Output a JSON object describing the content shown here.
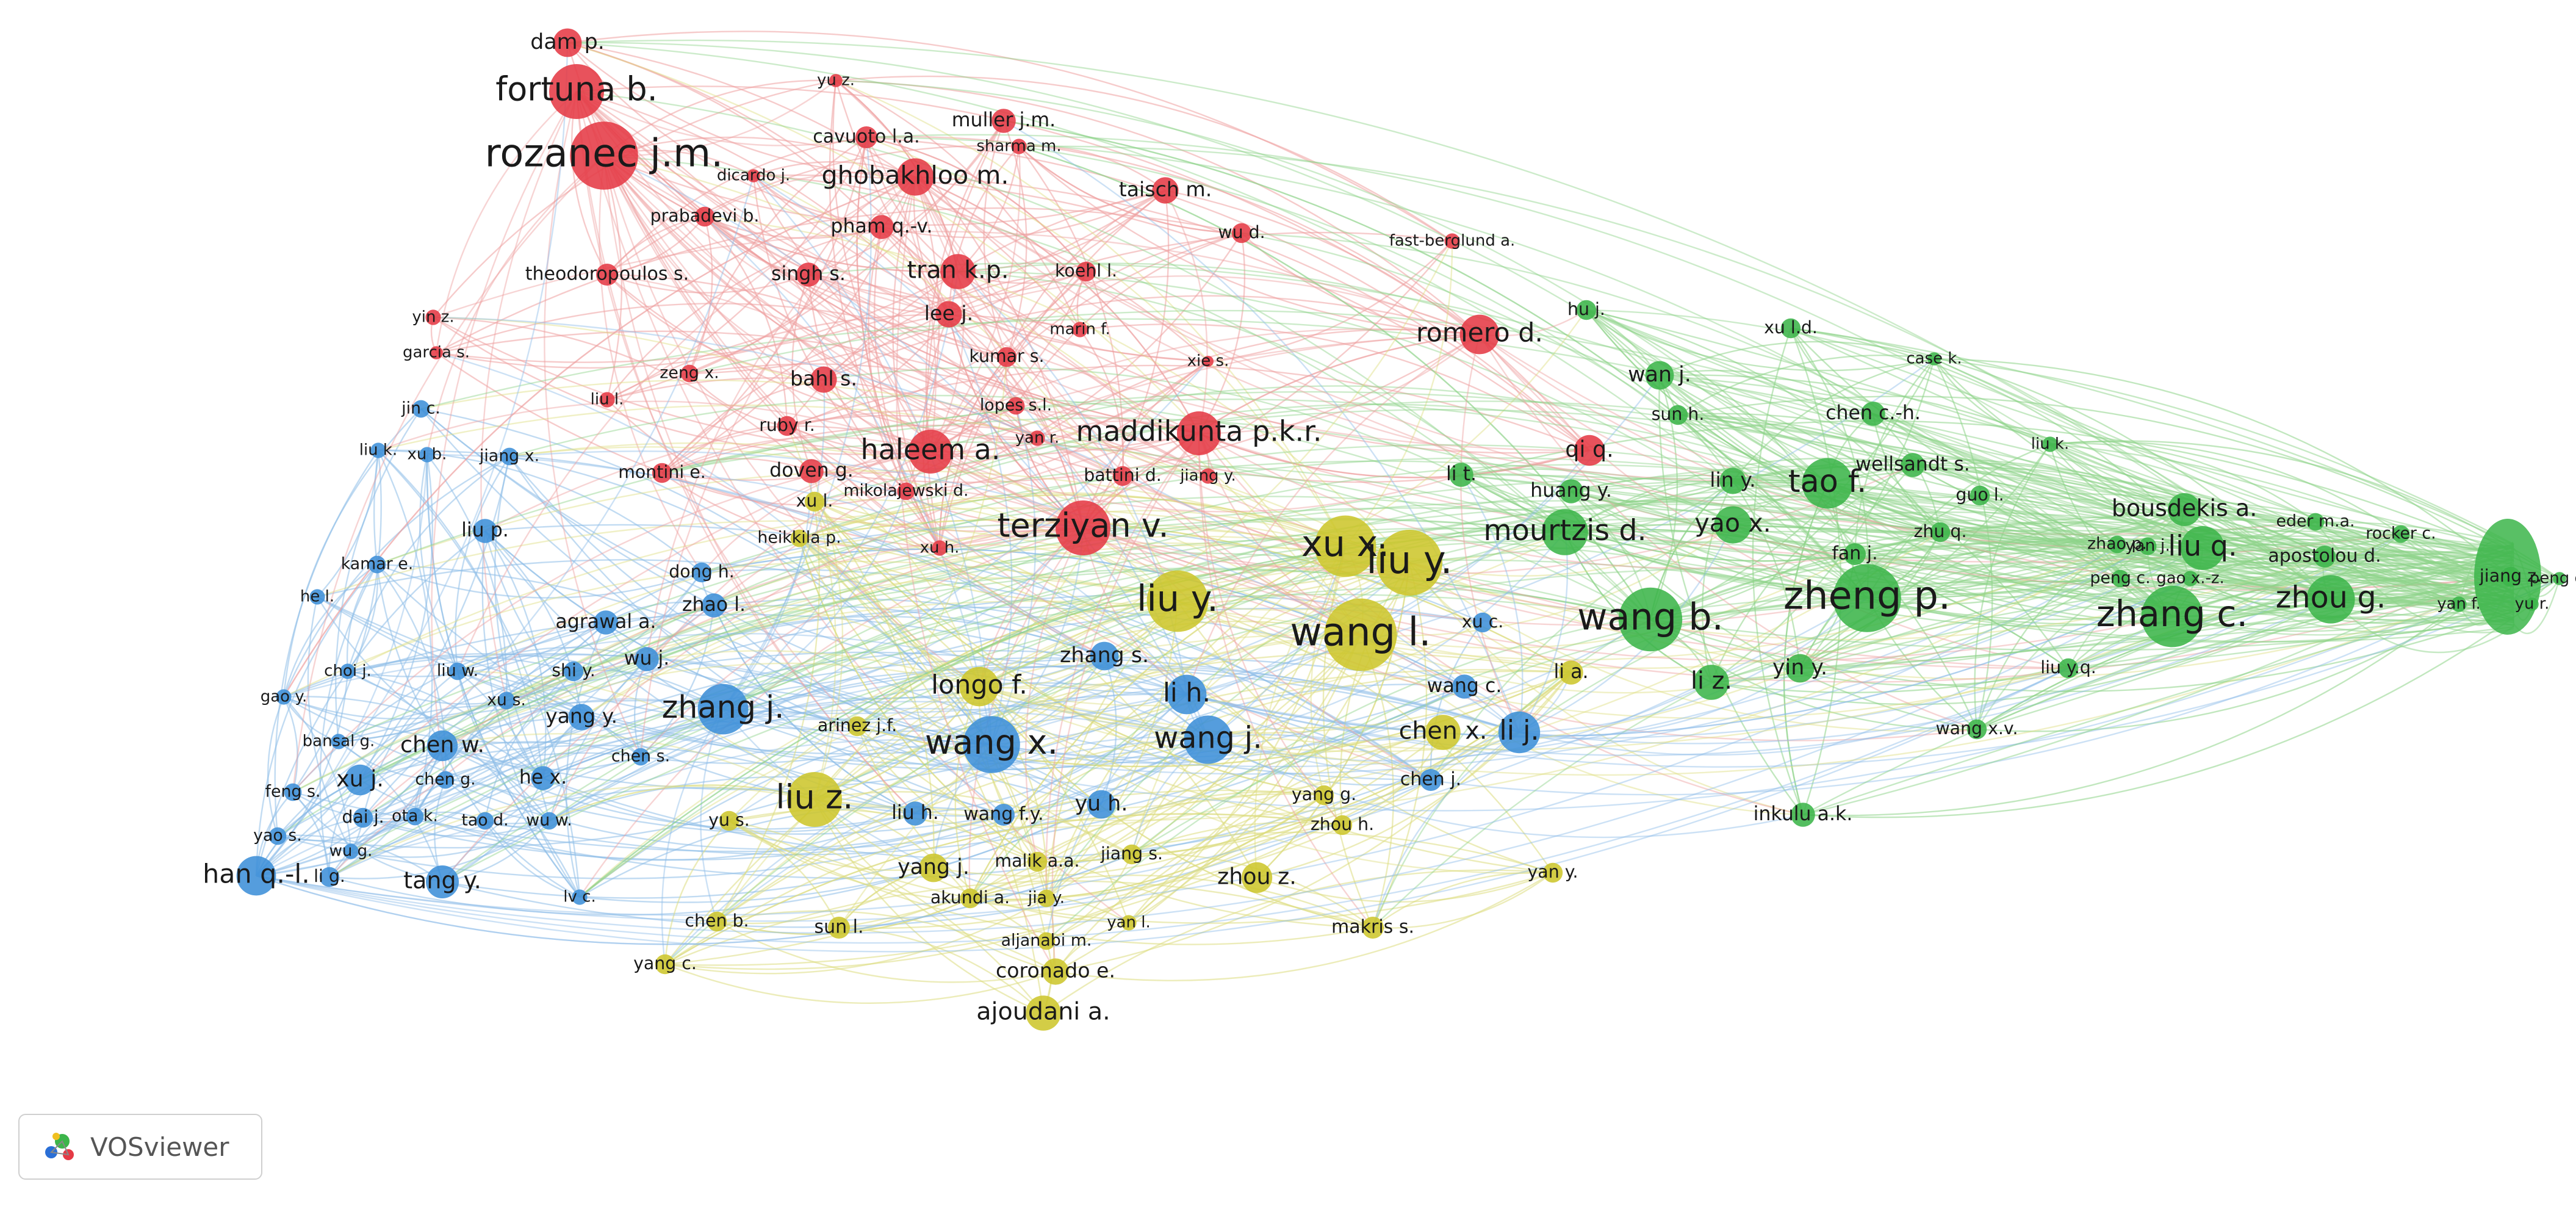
{
  "app": {
    "name": "VOSviewer"
  },
  "colors": {
    "red": "#e53a45",
    "green": "#3cb54a",
    "blue": "#3e8fd8",
    "yellow": "#cdc62c",
    "link_red": "#eea0a0",
    "link_green": "#8ed389",
    "link_blue": "#8ebde8",
    "link_yellow": "#dddd80"
  },
  "network": {
    "nodes": [
      {
        "label": "dam p.",
        "cluster": "red",
        "size": 26
      },
      {
        "label": "fortuna b.",
        "cluster": "red",
        "size": 50
      },
      {
        "label": "rozanec j.m.",
        "cluster": "red",
        "size": 62
      },
      {
        "label": "yu z.",
        "cluster": "red",
        "size": 12
      },
      {
        "label": "muller j.m.",
        "cluster": "red",
        "size": 22
      },
      {
        "label": "cavuoto l.a.",
        "cluster": "red",
        "size": 20
      },
      {
        "label": "sharma m.",
        "cluster": "red",
        "size": 14
      },
      {
        "label": "dicardo j.",
        "cluster": "red",
        "size": 12
      },
      {
        "label": "ghobakhloo m.",
        "cluster": "red",
        "size": 34
      },
      {
        "label": "taisch m.",
        "cluster": "red",
        "size": 24
      },
      {
        "label": "prabadevi b.",
        "cluster": "red",
        "size": 18
      },
      {
        "label": "pham q.-v.",
        "cluster": "red",
        "size": 22
      },
      {
        "label": "wu d.",
        "cluster": "red",
        "size": 18
      },
      {
        "label": "theodoropoulos s.",
        "cluster": "red",
        "size": 20
      },
      {
        "label": "singh s.",
        "cluster": "red",
        "size": 22
      },
      {
        "label": "tran k.p.",
        "cluster": "red",
        "size": 32
      },
      {
        "label": "koehl l.",
        "cluster": "red",
        "size": 18
      },
      {
        "label": "lee j.",
        "cluster": "red",
        "size": 24
      },
      {
        "label": "marin f.",
        "cluster": "red",
        "size": 14
      },
      {
        "label": "yin z.",
        "cluster": "red",
        "size": 14
      },
      {
        "label": "garcia s.",
        "cluster": "red",
        "size": 12
      },
      {
        "label": "kumar s.",
        "cluster": "red",
        "size": 18
      },
      {
        "label": "xie s.",
        "cluster": "red",
        "size": 10
      },
      {
        "label": "zeng x.",
        "cluster": "red",
        "size": 16
      },
      {
        "label": "bahl s.",
        "cluster": "red",
        "size": 24
      },
      {
        "label": "liu l.",
        "cluster": "red",
        "size": 14
      },
      {
        "label": "lopes s.l.",
        "cluster": "red",
        "size": 16
      },
      {
        "label": "ruby r.",
        "cluster": "red",
        "size": 18
      },
      {
        "label": "haleem a.",
        "cluster": "red",
        "size": 40
      },
      {
        "label": "yan r.",
        "cluster": "red",
        "size": 14
      },
      {
        "label": "maddikunta p.k.r.",
        "cluster": "red",
        "size": 40
      },
      {
        "label": "montini e.",
        "cluster": "red",
        "size": 18
      },
      {
        "label": "doven g.",
        "cluster": "red",
        "size": 22
      },
      {
        "label": "battini d.",
        "cluster": "red",
        "size": 18
      },
      {
        "label": "jiang y.",
        "cluster": "red",
        "size": 14
      },
      {
        "label": "mikolajewski d.",
        "cluster": "red",
        "size": 16
      },
      {
        "label": "terziyan v.",
        "cluster": "red",
        "size": 50
      },
      {
        "label": "xu h.",
        "cluster": "red",
        "size": 14
      },
      {
        "label": "romero d.",
        "cluster": "red",
        "size": 36
      },
      {
        "label": "fast-berglund a.",
        "cluster": "red",
        "size": 14
      },
      {
        "label": "qi q.",
        "cluster": "red",
        "size": 28
      },
      {
        "label": "hu j.",
        "cluster": "green",
        "size": 18
      },
      {
        "label": "xu l.d.",
        "cluster": "green",
        "size": 18
      },
      {
        "label": "case k.",
        "cluster": "green",
        "size": 12
      },
      {
        "label": "wan j.",
        "cluster": "green",
        "size": 26
      },
      {
        "label": "sun h.",
        "cluster": "green",
        "size": 18
      },
      {
        "label": "chen c.-h.",
        "cluster": "green",
        "size": 22
      },
      {
        "label": "liu k.",
        "cluster": "green",
        "size": 14
      },
      {
        "label": "li t.",
        "cluster": "green",
        "size": 22
      },
      {
        "label": "lin y.",
        "cluster": "green",
        "size": 24
      },
      {
        "label": "tao f.",
        "cluster": "green",
        "size": 46
      },
      {
        "label": "wellsandt s.",
        "cluster": "green",
        "size": 22
      },
      {
        "label": "huang y.",
        "cluster": "green",
        "size": 22
      },
      {
        "label": "guo l.",
        "cluster": "green",
        "size": 18
      },
      {
        "label": "mourtzis d.",
        "cluster": "green",
        "size": 42
      },
      {
        "label": "yao x.",
        "cluster": "green",
        "size": 34
      },
      {
        "label": "bousdekis a.",
        "cluster": "green",
        "size": 30
      },
      {
        "label": "zhu q.",
        "cluster": "green",
        "size": 18
      },
      {
        "label": "eder m.a.",
        "cluster": "green",
        "size": 16
      },
      {
        "label": "rocker c.",
        "cluster": "green",
        "size": 16
      },
      {
        "label": "fan j.",
        "cluster": "green",
        "size": 20
      },
      {
        "label": "zhao p.",
        "cluster": "green",
        "size": 16
      },
      {
        "label": "yan j.",
        "cluster": "green",
        "size": 16
      },
      {
        "label": "liu q.",
        "cluster": "green",
        "size": 40
      },
      {
        "label": "apostolou d.",
        "cluster": "green",
        "size": 20
      },
      {
        "label": "jiang z.",
        "cluster": "green",
        "size": 18
      },
      {
        "label": "peng c.",
        "cluster": "green",
        "size": 16
      },
      {
        "label": "gao x.-z.",
        "cluster": "green",
        "size": 14
      },
      {
        "label": "peng g.",
        "cluster": "green",
        "size": 12
      },
      {
        "label": "wang b.",
        "cluster": "green",
        "size": 58
      },
      {
        "label": "zheng p.",
        "cluster": "green",
        "size": 62
      },
      {
        "label": "zhang c.",
        "cluster": "green",
        "size": 56
      },
      {
        "label": "zhou g.",
        "cluster": "green",
        "size": 44
      },
      {
        "label": "yan f.",
        "cluster": "green",
        "size": 14
      },
      {
        "label": "yu r.",
        "cluster": "green",
        "size": 12
      },
      {
        "label": "li z.",
        "cluster": "green",
        "size": 32
      },
      {
        "label": "yin y.",
        "cluster": "green",
        "size": 26
      },
      {
        "label": "liu y.q.",
        "cluster": "green",
        "size": 18
      },
      {
        "label": "wang x.v.",
        "cluster": "green",
        "size": 18
      },
      {
        "label": "inkulu a.k.",
        "cluster": "green",
        "size": 22
      },
      {
        "label": "jin c.",
        "cluster": "blue",
        "size": 16
      },
      {
        "label": "liu k.",
        "cluster": "blue",
        "size": 14
      },
      {
        "label": "xu b.",
        "cluster": "blue",
        "size": 14
      },
      {
        "label": "jiang x.",
        "cluster": "blue",
        "size": 16
      },
      {
        "label": "liu p.",
        "cluster": "blue",
        "size": 22
      },
      {
        "label": "kamar e.",
        "cluster": "blue",
        "size": 16
      },
      {
        "label": "he l.",
        "cluster": "blue",
        "size": 14
      },
      {
        "label": "dong h.",
        "cluster": "blue",
        "size": 18
      },
      {
        "label": "zhao l.",
        "cluster": "blue",
        "size": 22
      },
      {
        "label": "agrawal a.",
        "cluster": "blue",
        "size": 22
      },
      {
        "label": "wu j.",
        "cluster": "blue",
        "size": 22
      },
      {
        "label": "liu w.",
        "cluster": "blue",
        "size": 16
      },
      {
        "label": "shi y.",
        "cluster": "blue",
        "size": 18
      },
      {
        "label": "choi j.",
        "cluster": "blue",
        "size": 14
      },
      {
        "label": "gao y.",
        "cluster": "blue",
        "size": 14
      },
      {
        "label": "xu s.",
        "cluster": "blue",
        "size": 16
      },
      {
        "label": "yang y.",
        "cluster": "blue",
        "size": 24
      },
      {
        "label": "zhang j.",
        "cluster": "blue",
        "size": 46
      },
      {
        "label": "bansal g.",
        "cluster": "blue",
        "size": 14
      },
      {
        "label": "chen w.",
        "cluster": "blue",
        "size": 28
      },
      {
        "label": "chen g.",
        "cluster": "blue",
        "size": 16
      },
      {
        "label": "he x.",
        "cluster": "blue",
        "size": 22
      },
      {
        "label": "chen s.",
        "cluster": "blue",
        "size": 16
      },
      {
        "label": "feng s.",
        "cluster": "blue",
        "size": 16
      },
      {
        "label": "xu j.",
        "cluster": "blue",
        "size": 28
      },
      {
        "label": "dai j.",
        "cluster": "blue",
        "size": 18
      },
      {
        "label": "ota k.",
        "cluster": "blue",
        "size": 16
      },
      {
        "label": "tao d.",
        "cluster": "blue",
        "size": 16
      },
      {
        "label": "wu w.",
        "cluster": "blue",
        "size": 16
      },
      {
        "label": "yao s.",
        "cluster": "blue",
        "size": 16
      },
      {
        "label": "wu g.",
        "cluster": "blue",
        "size": 14
      },
      {
        "label": "han q.-l.",
        "cluster": "blue",
        "size": 36
      },
      {
        "label": "li g.",
        "cluster": "blue",
        "size": 18
      },
      {
        "label": "tang y.",
        "cluster": "blue",
        "size": 30
      },
      {
        "label": "lv c.",
        "cluster": "blue",
        "size": 14
      },
      {
        "label": "zhang s.",
        "cluster": "blue",
        "size": 26
      },
      {
        "label": "li h.",
        "cluster": "blue",
        "size": 36
      },
      {
        "label": "wang x.",
        "cluster": "blue",
        "size": 52
      },
      {
        "label": "wang j.",
        "cluster": "blue",
        "size": 44
      },
      {
        "label": "liu h.",
        "cluster": "blue",
        "size": 22
      },
      {
        "label": "wang f.y.",
        "cluster": "blue",
        "size": 20
      },
      {
        "label": "yu h.",
        "cluster": "blue",
        "size": 26
      },
      {
        "label": "xu c.",
        "cluster": "blue",
        "size": 18
      },
      {
        "label": "wang c.",
        "cluster": "blue",
        "size": 22
      },
      {
        "label": "li j.",
        "cluster": "blue",
        "size": 38
      },
      {
        "label": "chen j.",
        "cluster": "blue",
        "size": 20
      },
      {
        "label": "heikkila p.",
        "cluster": "yellow",
        "size": 16
      },
      {
        "label": "xu l.",
        "cluster": "yellow",
        "size": 18
      },
      {
        "label": "xu x.",
        "cluster": "yellow",
        "size": 56
      },
      {
        "label": "liu y.",
        "cluster": "yellow",
        "size": 60
      },
      {
        "label": "wang l.",
        "cluster": "yellow",
        "size": 66
      },
      {
        "label": "liu y.",
        "cluster": "yellow",
        "size": 56
      },
      {
        "label": "longo f.",
        "cluster": "yellow",
        "size": 36
      },
      {
        "label": "arinez j.f.",
        "cluster": "yellow",
        "size": 18
      },
      {
        "label": "liu z.",
        "cluster": "yellow",
        "size": 50
      },
      {
        "label": "yu s.",
        "cluster": "yellow",
        "size": 18
      },
      {
        "label": "chen x.",
        "cluster": "yellow",
        "size": 32
      },
      {
        "label": "li a.",
        "cluster": "yellow",
        "size": 22
      },
      {
        "label": "yang g.",
        "cluster": "yellow",
        "size": 18
      },
      {
        "label": "zhou h.",
        "cluster": "yellow",
        "size": 18
      },
      {
        "label": "jiang s.",
        "cluster": "yellow",
        "size": 18
      },
      {
        "label": "malik a.a.",
        "cluster": "yellow",
        "size": 18
      },
      {
        "label": "yang j.",
        "cluster": "yellow",
        "size": 26
      },
      {
        "label": "zhou z.",
        "cluster": "yellow",
        "size": 28
      },
      {
        "label": "yan y.",
        "cluster": "yellow",
        "size": 18
      },
      {
        "label": "akundi a.",
        "cluster": "yellow",
        "size": 18
      },
      {
        "label": "jia y.",
        "cluster": "yellow",
        "size": 16
      },
      {
        "label": "yan l.",
        "cluster": "yellow",
        "size": 14
      },
      {
        "label": "chen b.",
        "cluster": "yellow",
        "size": 18
      },
      {
        "label": "sun l.",
        "cluster": "yellow",
        "size": 20
      },
      {
        "label": "aljanabi m.",
        "cluster": "yellow",
        "size": 16
      },
      {
        "label": "makris s.",
        "cluster": "yellow",
        "size": 20
      },
      {
        "label": "yang c.",
        "cluster": "yellow",
        "size": 18
      },
      {
        "label": "coronado e.",
        "cluster": "yellow",
        "size": 24
      },
      {
        "label": "ajoudani a.",
        "cluster": "yellow",
        "size": 32
      }
    ]
  }
}
